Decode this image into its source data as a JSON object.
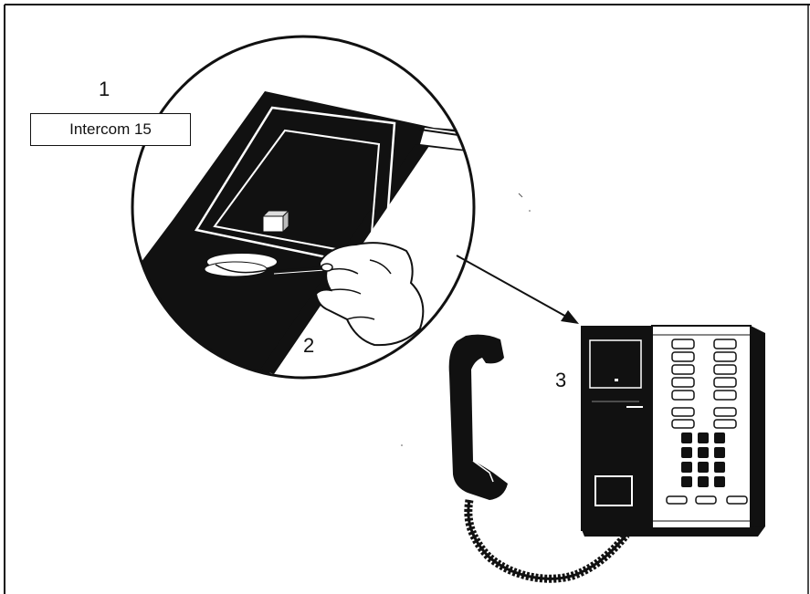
{
  "steps": [
    {
      "number": "1"
    },
    {
      "number": "2"
    },
    {
      "number": "3"
    }
  ],
  "label_card": {
    "text": "Intercom 15"
  },
  "colors": {
    "ink": "#111111",
    "paper": "#ffffff"
  },
  "icons": [
    "phone-icon",
    "handset-icon",
    "hand-icon",
    "arrow-icon"
  ]
}
